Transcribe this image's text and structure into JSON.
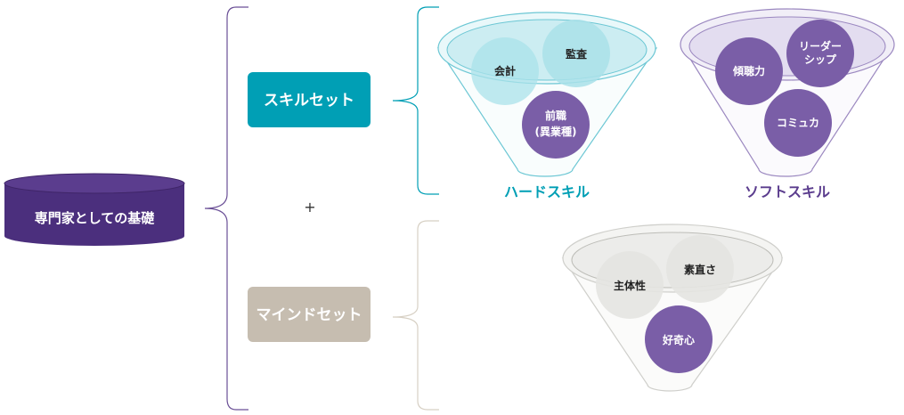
{
  "foundation": {
    "label": "専門家としての基礎"
  },
  "plus": {
    "label": "+"
  },
  "skillset": {
    "label": "スキルセット",
    "hard": {
      "title": "ハードスキル",
      "items": [
        "会計",
        "監査",
        "前職",
        "(異業種)"
      ]
    },
    "soft": {
      "title": "ソフトスキル",
      "items": [
        "傾聴力",
        "リーダー",
        "シップ",
        "コミュカ"
      ]
    }
  },
  "mindset": {
    "label": "マインドセット",
    "items": [
      "主体性",
      "素直さ",
      "好奇心"
    ]
  },
  "colors": {
    "purple": "#6a4f96",
    "purple_dark": "#4b2f7d",
    "teal": "#009fb5",
    "teal_light": "#a9e1e9",
    "beige": "#c6bdb0",
    "grey_light": "#e4e4e1"
  }
}
